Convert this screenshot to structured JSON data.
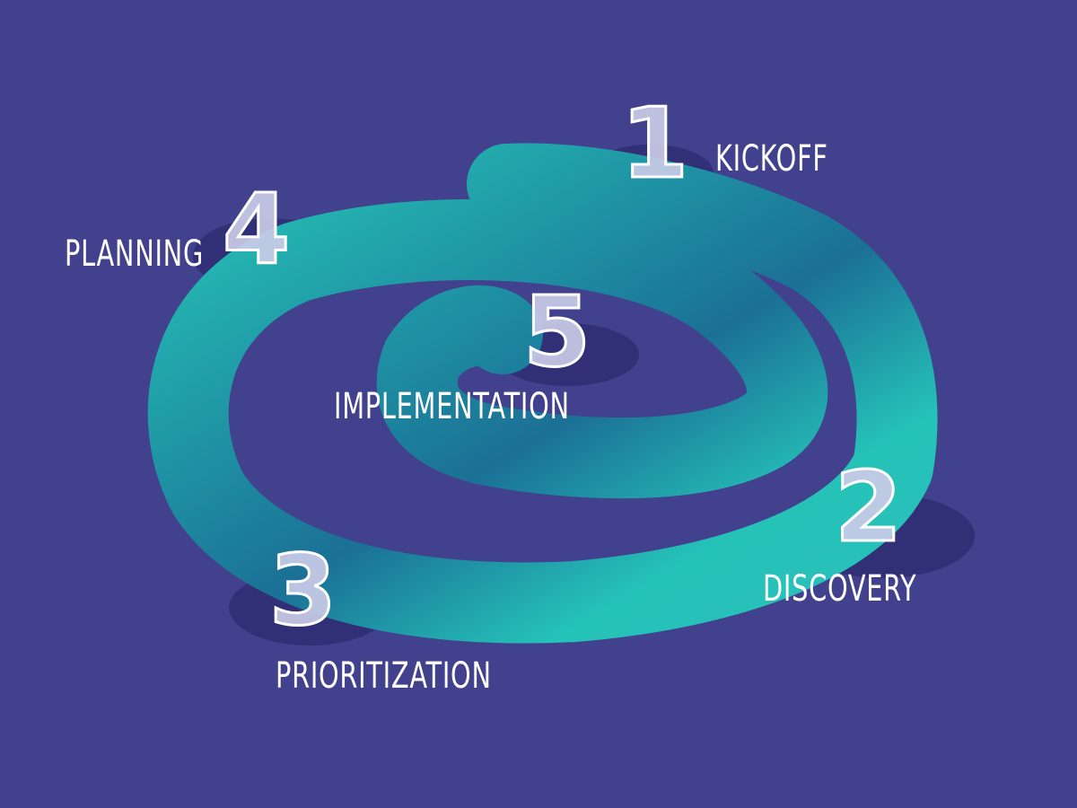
{
  "steps": [
    {
      "number": "1",
      "label": "KICKOFF"
    },
    {
      "number": "2",
      "label": "DISCOVERY"
    },
    {
      "number": "3",
      "label": "PRIORITIZATION"
    },
    {
      "number": "4",
      "label": "PLANNING"
    },
    {
      "number": "5",
      "label": "IMPLEMENTATION"
    }
  ],
  "colors": {
    "background": "#42418d",
    "spiral_light": "#26c4b8",
    "spiral_dark": "#1b6f97",
    "shadow": "#2e2d72",
    "number_fill": "#c9cbe6",
    "text": "#ffffff"
  }
}
